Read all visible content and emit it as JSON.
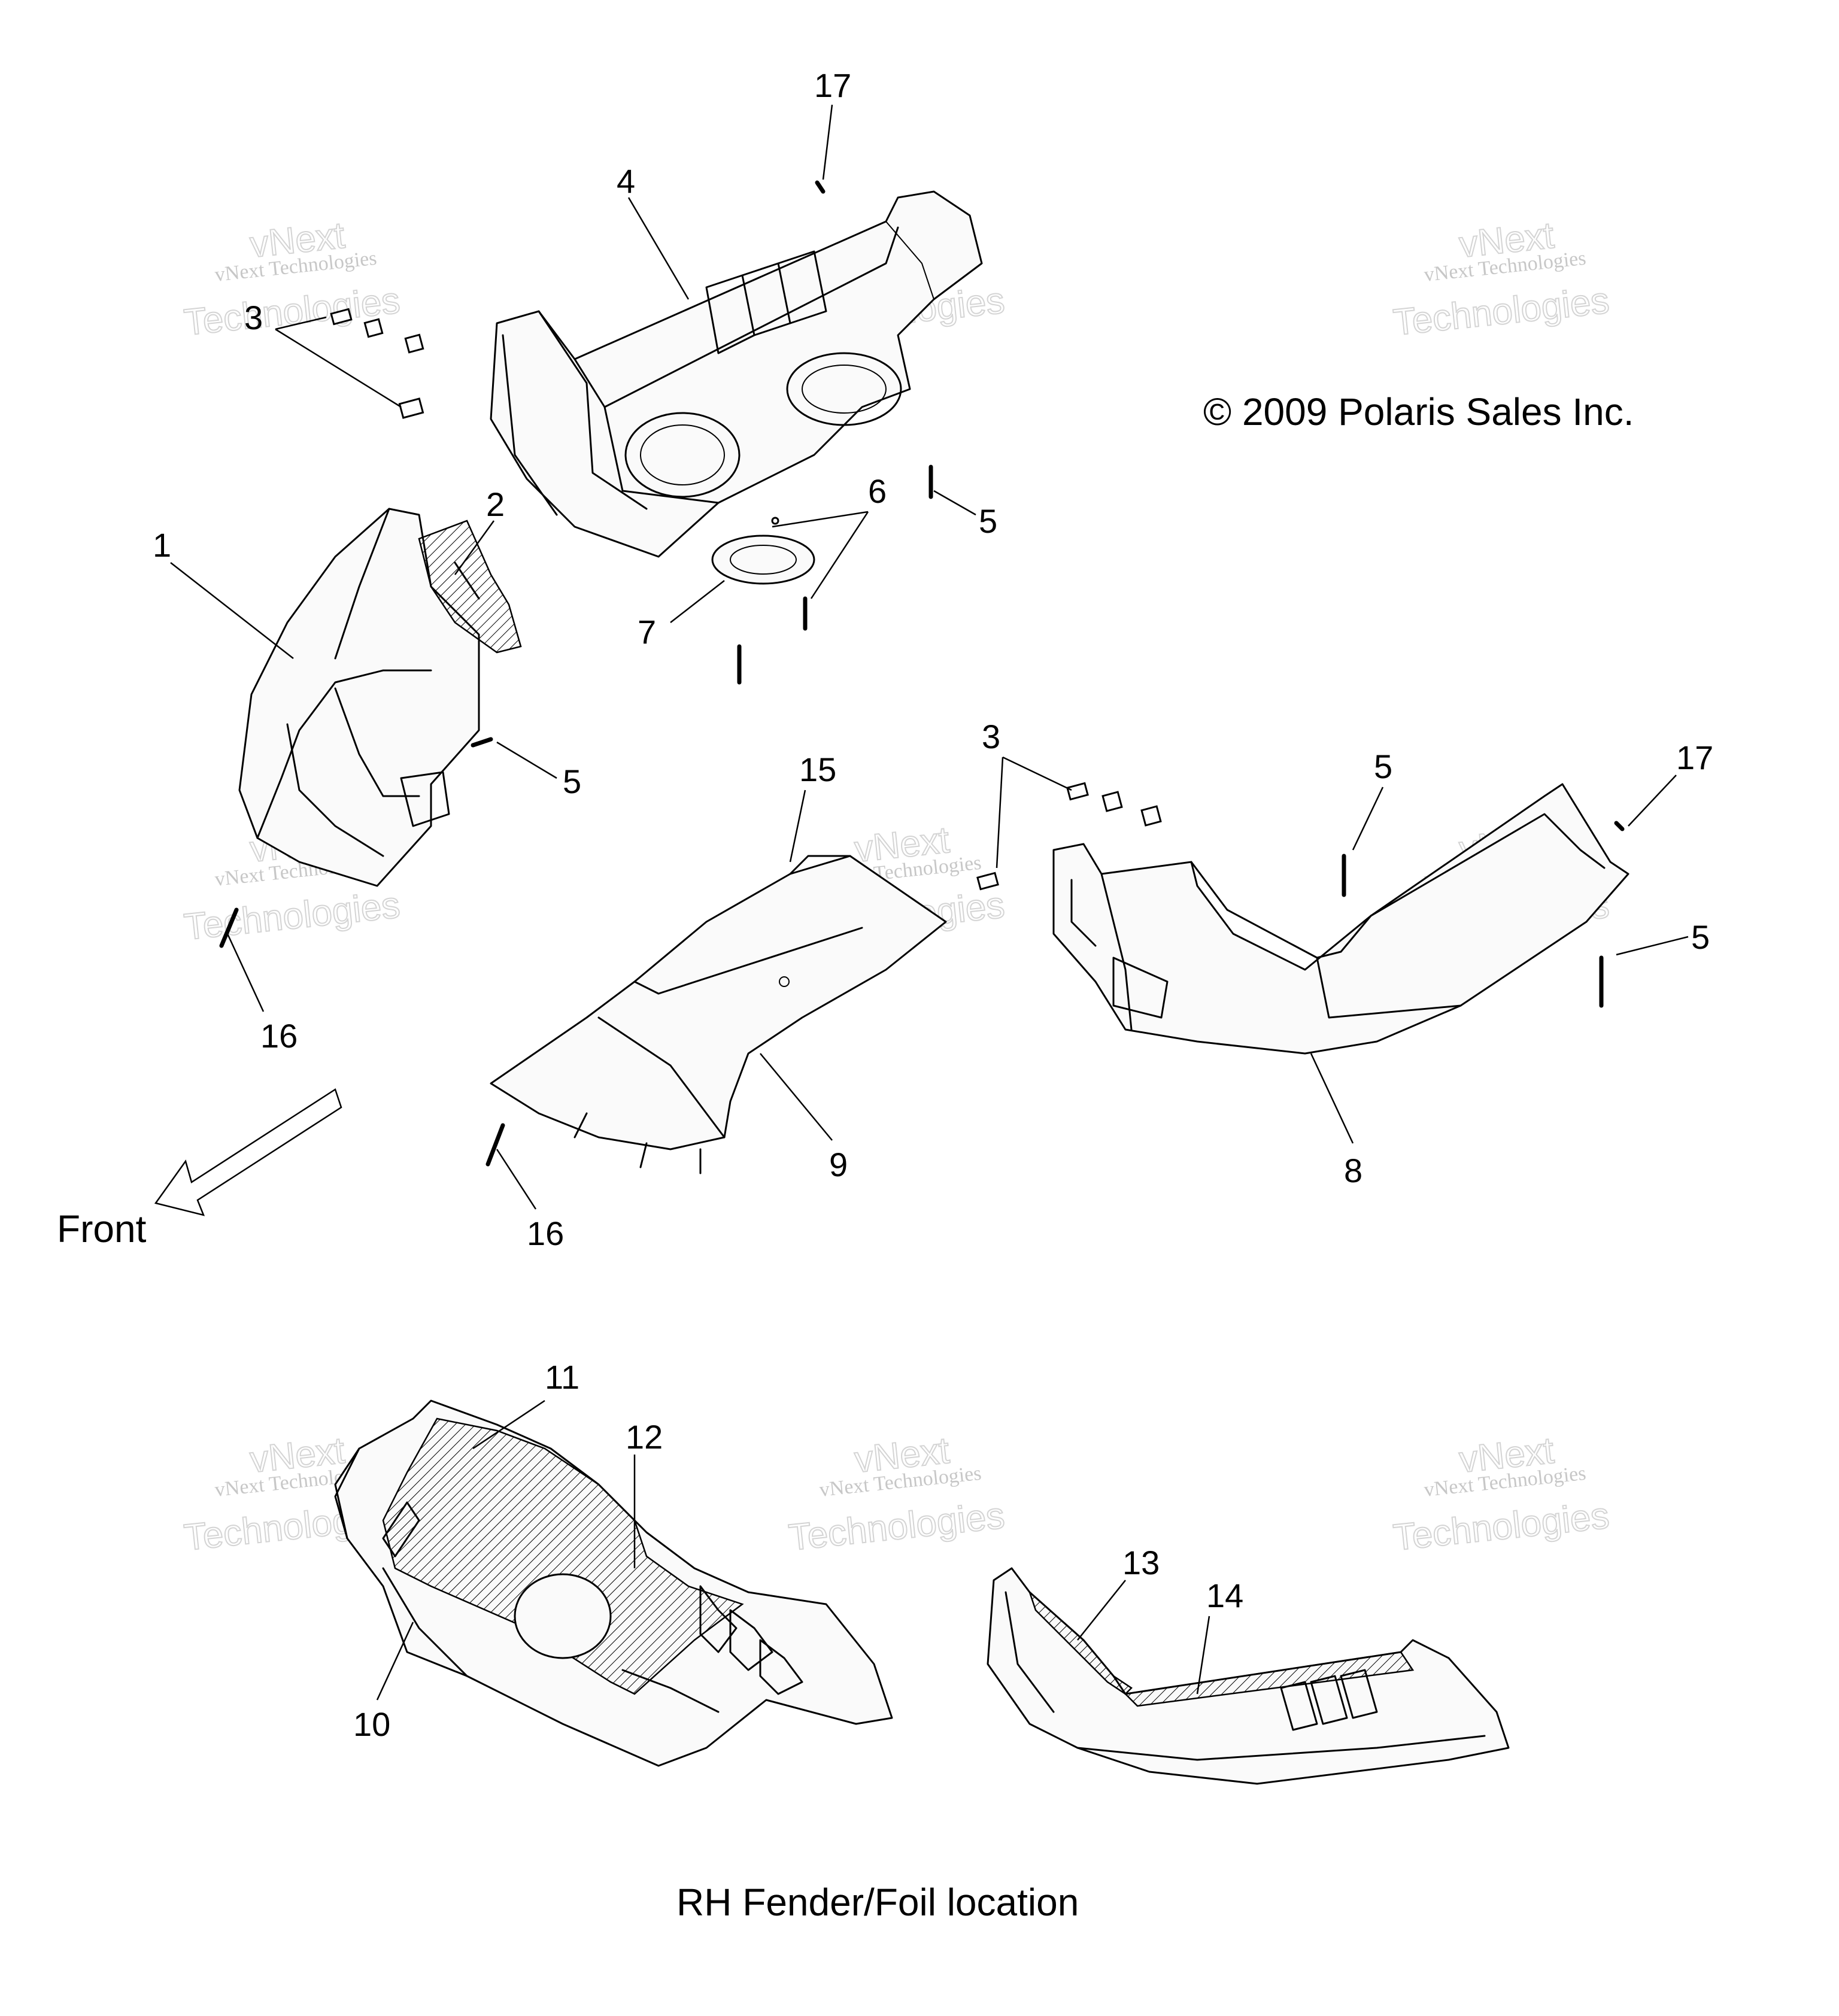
{
  "copyright": "© 2009 Polaris Sales Inc.",
  "front_label": "Front",
  "caption": "RH Fender/Foil location",
  "watermark": {
    "line1": "vNext Technologies",
    "line2": "vNext",
    "line3": "Technologies"
  },
  "callouts": {
    "c1": "1",
    "c2": "2",
    "c3a": "3",
    "c3b": "3",
    "c4": "4",
    "c5a": "5",
    "c5b": "5",
    "c5c": "5",
    "c5d": "5",
    "c6": "6",
    "c7": "7",
    "c8": "8",
    "c9": "9",
    "c10": "10",
    "c11": "11",
    "c12": "12",
    "c13": "13",
    "c14": "14",
    "c15": "15",
    "c16a": "16",
    "c16b": "16",
    "c17a": "17",
    "c17b": "17"
  },
  "colors": {
    "line": "#000000",
    "background": "#ffffff",
    "watermark": "#9a9a9a"
  }
}
